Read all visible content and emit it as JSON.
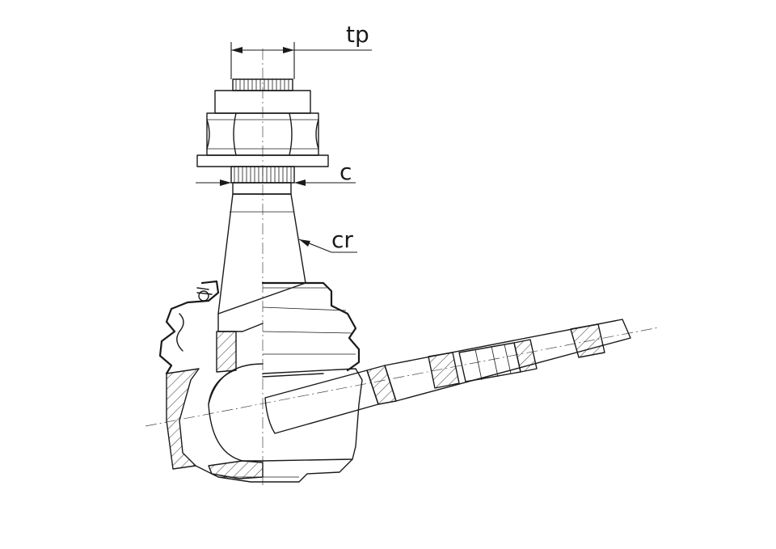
{
  "labels": {
    "tp": "tp",
    "c": "c",
    "cr": "cr"
  },
  "colors": {
    "ink": "#1a1a1a",
    "background": "#ffffff"
  }
}
